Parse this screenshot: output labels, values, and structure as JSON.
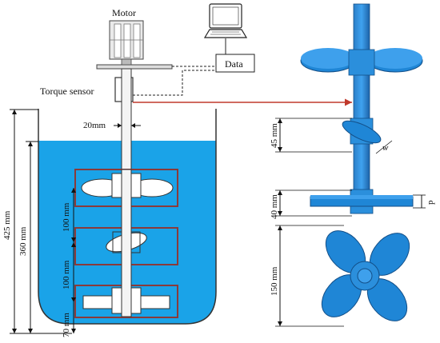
{
  "labels": {
    "motor": "Motor",
    "data": "Data",
    "torque_sensor": "Torque sensor",
    "shaft_width": "20mm",
    "dim_425": "425 mm",
    "dim_360": "360 mm",
    "dim_100_upper": "100 mm",
    "dim_100_lower": "100 mm",
    "dim_70": "70 mm",
    "dim_45": "45 mm",
    "dim_40": "40 mm",
    "dim_150": "150 mm",
    "label_w": "w",
    "label_p": "p"
  },
  "colors": {
    "liquid": "#1aa3e8",
    "impeller": "#1f86d6",
    "frame": "#9b3a3a",
    "arrow": "#c0392b"
  }
}
